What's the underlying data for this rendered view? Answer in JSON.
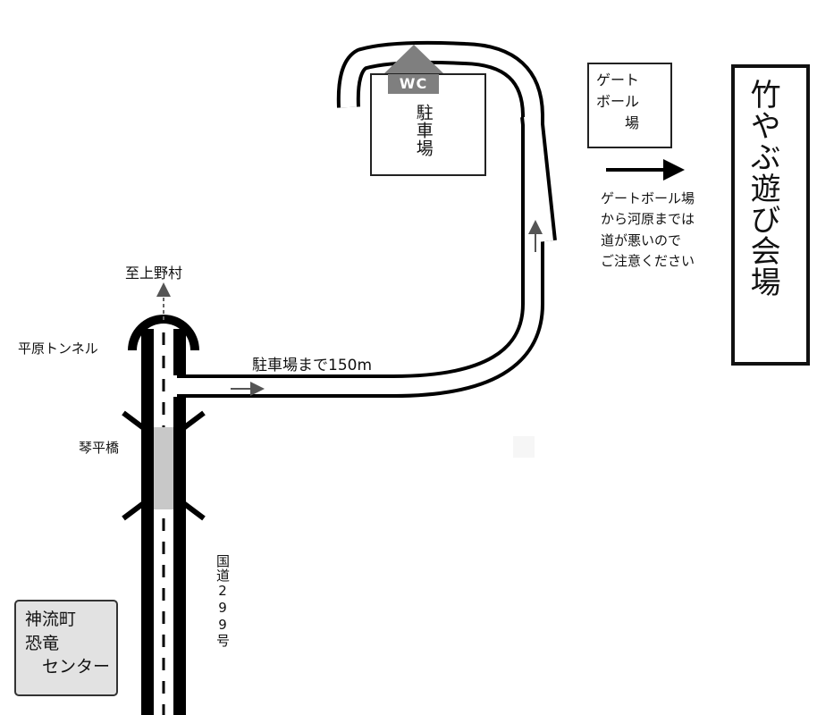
{
  "labels": {
    "to_kaminomura": "至上野村",
    "tunnel": "平原トンネル",
    "bridge": "琴平橋",
    "route": "国道299号",
    "parking_distance": "駐車場まで150m",
    "parking": "駐車場",
    "wc": "WC",
    "gateball": "ゲート\nボール\n　　場",
    "road_warning": "ゲートボール場\nから河原までは\n道が悪いので\nご注意ください",
    "venue": "竹やぶ遊び会場",
    "center": "神流町\n恐竜\n　センター"
  },
  "colors": {
    "road": "#000000",
    "road_inner": "#ffffff",
    "bridge": "#c8c8c8",
    "wc_badge": "#7f7f7f",
    "center_box": "#e2e2e2",
    "arrow": "#555555"
  },
  "icons": [
    "direction-arrow-icon",
    "wc-roof-icon",
    "dashed-up-arrow-icon"
  ]
}
